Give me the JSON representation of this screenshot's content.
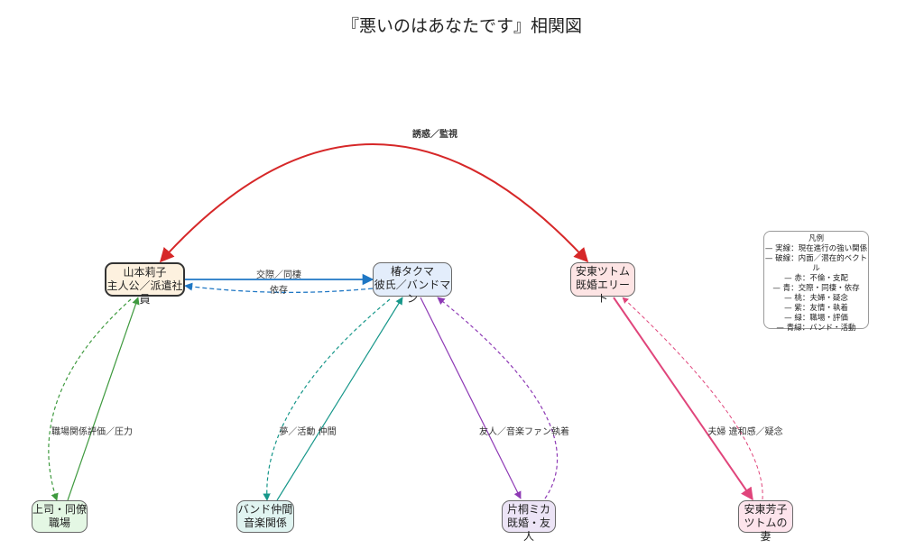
{
  "title": "『悪いのはあなたです』相関図",
  "nodes": {
    "yamamoto": {
      "line1": "山本莉子",
      "line2": "主人公／派遣社員",
      "fill": "#fdf1df"
    },
    "tsubaki": {
      "line1": "椿タクマ",
      "line2": "彼氏／バンドマン",
      "fill": "#e3edfb"
    },
    "ando_tsutomu": {
      "line1": "安東ツトム",
      "line2": "既婚エリート",
      "fill": "#fde4e4"
    },
    "boss": {
      "line1": "上司・同僚",
      "line2": "職場",
      "fill": "#e4f7e4"
    },
    "band": {
      "line1": "バンド仲間",
      "line2": "音楽関係",
      "fill": "#e0f4f1"
    },
    "katagiri": {
      "line1": "片桐ミカ",
      "line2": "既婚・友人",
      "fill": "#ece4f6"
    },
    "ando_yoshiko": {
      "line1": "安東芳子",
      "line2": "ツトムの妻",
      "fill": "#fde4ec"
    }
  },
  "edges": {
    "seduction": "誘惑／監視",
    "dating": "交際／同棲",
    "dependence": "依存",
    "workplace": "職場関係評価／圧力",
    "band": "夢／活動  仲間",
    "friend": "友人／音楽ファン執着",
    "couple": "夫婦  違和感／疑念"
  },
  "colors": {
    "red": "#d62728",
    "blue": "#1f77c4",
    "pink": "#e0457b",
    "purple": "#8e3ab5",
    "green": "#3f9a3f",
    "teal": "#17978a"
  },
  "legend": {
    "title": "凡例",
    "lines": [
      "— 実線：現在進行の強い関係",
      "— 破線：内面／潜在的ベクトル",
      "— 赤：不倫・支配",
      "— 青：交際・同棲・依存",
      "— 桃：夫婦・疑念",
      "— 紫：友情・執着",
      "— 緑：職場・評価",
      "— 青緑：バンド・活動"
    ]
  }
}
